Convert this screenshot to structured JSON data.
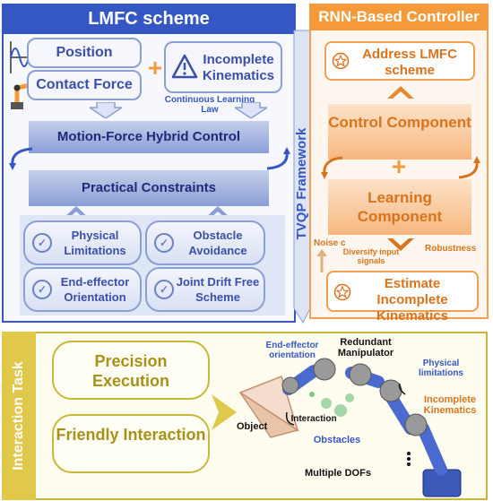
{
  "lmfc": {
    "title": "LMFC scheme",
    "position": "Position",
    "contact_force": "Contact Force",
    "plus": "+",
    "incomplete_kinematics": "Incomplete Kinematics",
    "learning_law": "Continuous Learning Law",
    "hybrid_control": "Motion-Force Hybrid Control",
    "constraints": "Practical Constraints",
    "constraint_items": [
      {
        "label": "Physical Limitations"
      },
      {
        "label": "Obstacle Avoidance"
      },
      {
        "label": "End-effector Orientation"
      },
      {
        "label": "Joint Drift Free Scheme"
      }
    ]
  },
  "framework": "TVQP Framework",
  "rnn": {
    "title": "RNN-Based Controller",
    "address": "Address LMFC scheme",
    "control": "Control Component",
    "plus": "+",
    "learning": "Learning Component",
    "noise": "Noise c",
    "diversify": "Diversify input signals",
    "robustness": "Robustness",
    "estimate": "Estimate Incomplete Kinematics"
  },
  "task": {
    "title": "Interaction Task",
    "precision": "Precision Execution",
    "friendly": "Friendly Interaction",
    "labels": {
      "end_effector": "End-effector orientation",
      "redundant": "Redundant Manipulator",
      "physical": "Physical limitations",
      "incomplete": "Incomplete Kinematics",
      "interaction": "Interaction",
      "object": "Object",
      "obstacles": "Obstacles",
      "dofs": "Multiple DOFs"
    }
  }
}
